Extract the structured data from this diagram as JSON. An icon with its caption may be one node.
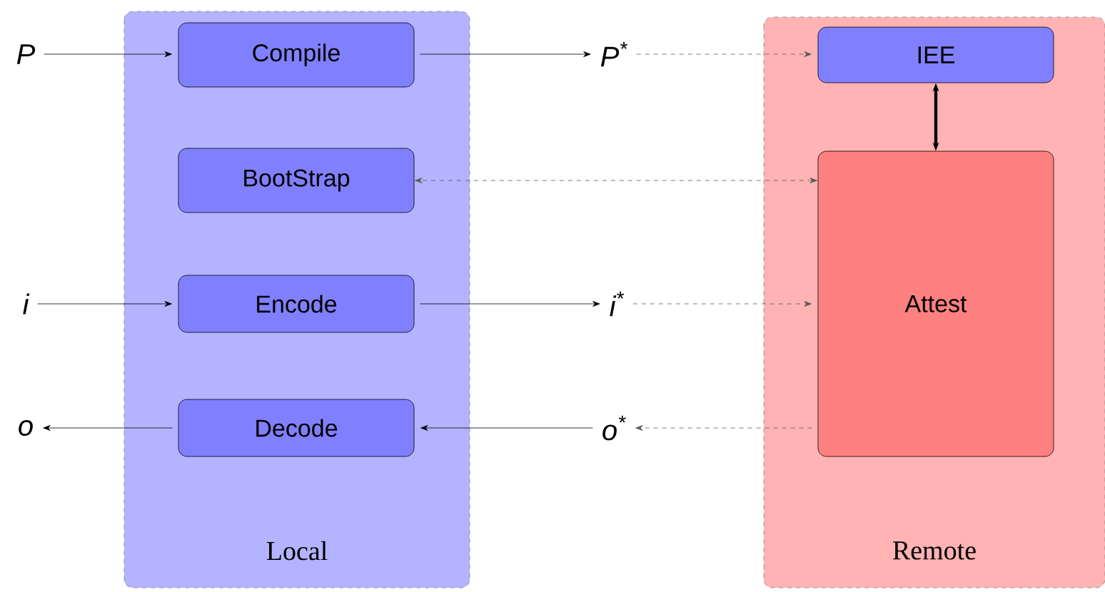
{
  "diagram": {
    "nodes": [
      {
        "text": [
          "Local"
        ]
      },
      {
        "text": [
          "Compile"
        ],
        "in": 0
      },
      {
        "text": [
          "BootStrap"
        ],
        "in": 0
      },
      {
        "text": [
          "Encode"
        ],
        "in": 0
      },
      {
        "text": [
          "Decode"
        ],
        "in": 0
      },
      {
        "text": [
          "Remote"
        ]
      },
      {
        "text": [
          "IEE"
        ],
        "in": 5
      },
      {
        "text": [
          "Attest"
        ],
        "in": 5
      },
      {
        "text": [
          "P"
        ]
      },
      {
        "text": [
          "P$^{*}$"
        ]
      },
      {
        "text": [
          "i"
        ]
      },
      {
        "text": [
          "i$^{*}$"
        ]
      },
      {
        "text": [
          "o"
        ]
      },
      {
        "text": [
          "o$^{*}$"
        ]
      }
    ],
    "edges": [
      {
        "from": 8,
        "to": 1,
        "arrow": "to"
      },
      {
        "from": 1,
        "to": 9,
        "arrow": "to"
      },
      {
        "from": 9,
        "to": 6,
        "arrow": "to",
        "style": "dashed"
      },
      {
        "from": 7,
        "to": 2,
        "arrow": "both",
        "style": "dashed"
      },
      {
        "from": 6,
        "to": 7,
        "arrow": "both",
        "style": "thick"
      },
      {
        "from": 10,
        "to": 3,
        "arrow": "to"
      },
      {
        "from": 3,
        "to": 11,
        "arrow": "to"
      },
      {
        "from": 11,
        "to": 7,
        "arrow": "to",
        "style": "dashed"
      },
      {
        "from": 13,
        "to": 4,
        "arrow": "to"
      },
      {
        "from": 4,
        "to": 12,
        "arrow": "to"
      },
      {
        "from": 7,
        "to": 13,
        "arrow": "to",
        "style": "dashed"
      }
    ]
  }
}
